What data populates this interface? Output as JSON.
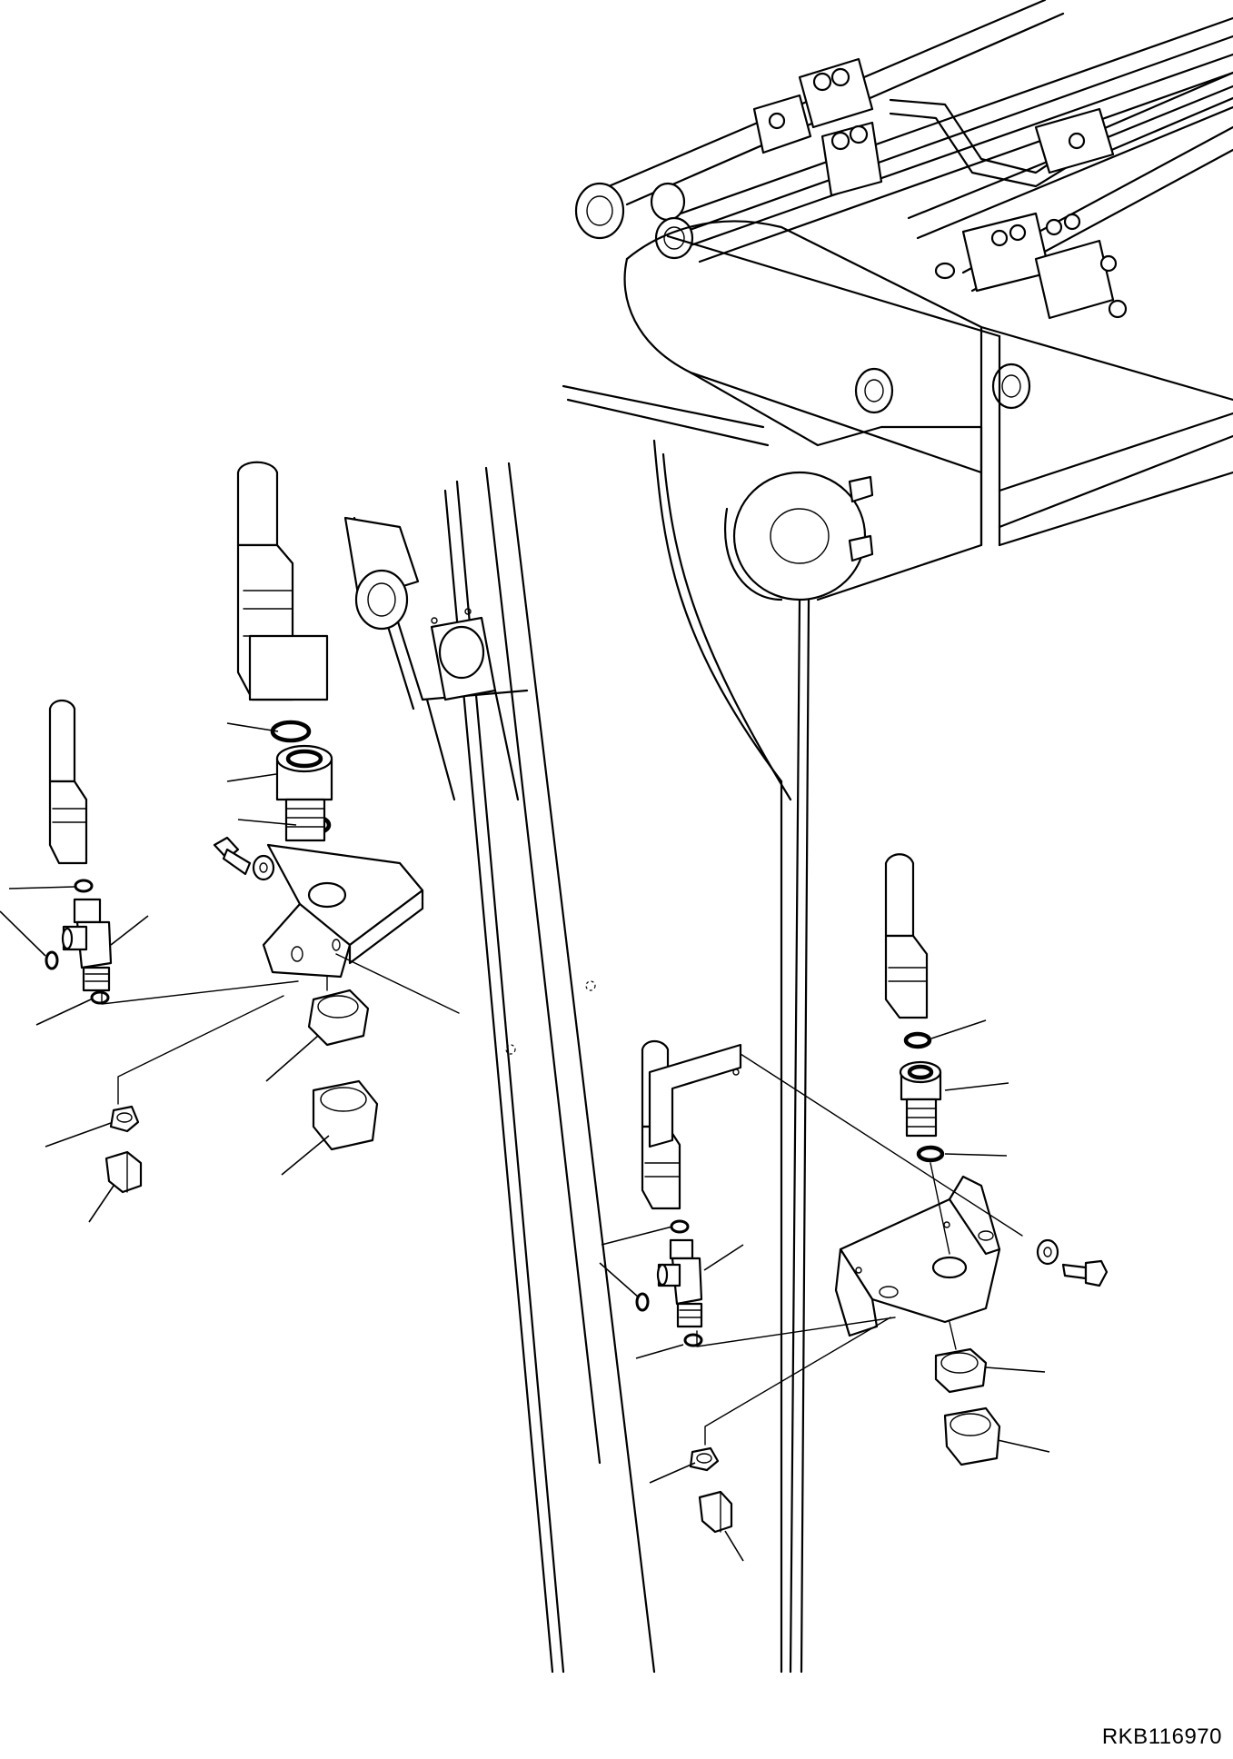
{
  "diagram": {
    "drawing_code": "RKB116970",
    "parts": [
      {
        "name": "hose"
      },
      {
        "name": "o-ring"
      },
      {
        "name": "connector"
      },
      {
        "name": "tee-fitting"
      },
      {
        "name": "bracket"
      },
      {
        "name": "bolt"
      },
      {
        "name": "washer"
      },
      {
        "name": "nut"
      },
      {
        "name": "cap"
      },
      {
        "name": "plug"
      }
    ]
  }
}
